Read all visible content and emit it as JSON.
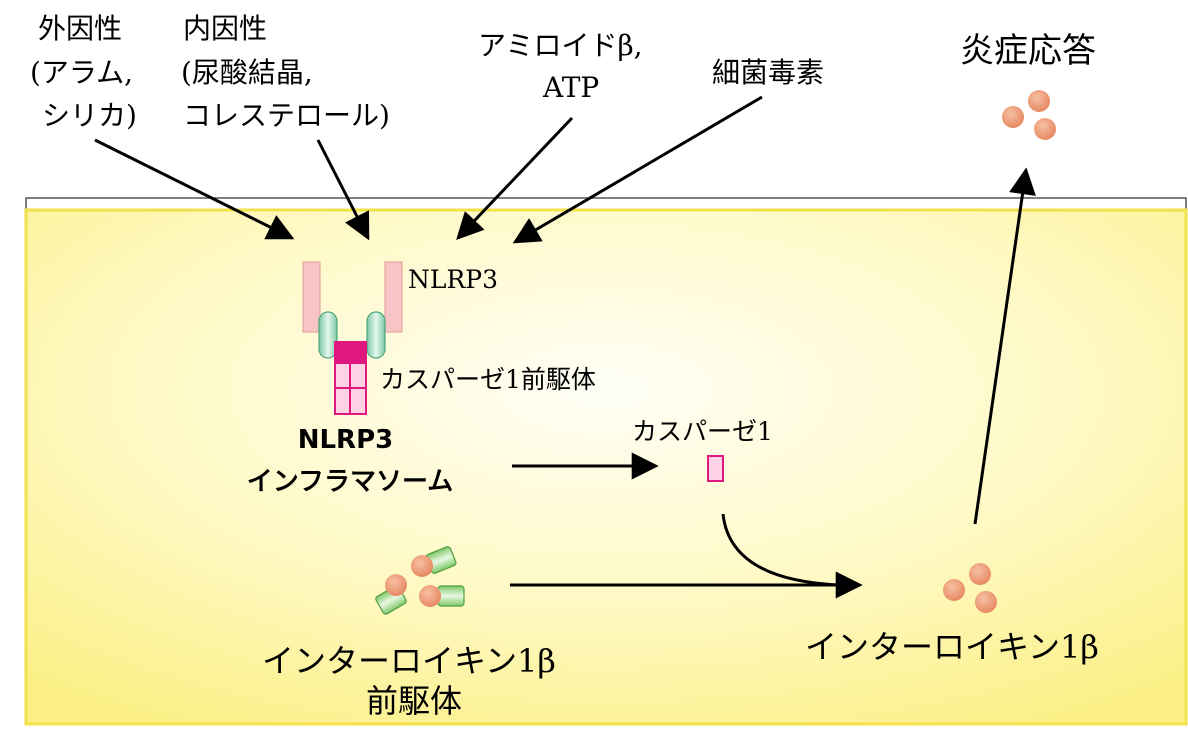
{
  "stimuli": {
    "exogenous": [
      "外因性",
      "(アラム,",
      "シリカ)"
    ],
    "endogenous": [
      "内因性",
      "(尿酸結晶,",
      "コレステロール)"
    ],
    "amyloid": [
      "アミロイドβ,",
      "ATP"
    ],
    "bacterial_toxin": "細菌毒素"
  },
  "inflammatory_response": "炎症応答",
  "labels": {
    "nlrp3": "NLRP3",
    "procaspase1": "カスパーゼ1前駆体",
    "inflammasome": [
      "NLRP3",
      "インフラマソーム"
    ],
    "caspase1": "カスパーゼ1",
    "pro_il1b": [
      "インターロイキン1β",
      "前駆体"
    ],
    "il1b": "インターロイキン1β"
  },
  "colors": {
    "cytoplasm_fill_center": "#fffef2",
    "cytoplasm_fill_edge": "#fbf08a",
    "cytoplasm_border": "#f2e14a",
    "nlrp3_pink": "#f7c5c5",
    "adaptor_green": "#a8dcc0",
    "caspase_magenta": "#e0177f",
    "cytokine_orange": "#eea07c",
    "pro_il1b_green": "#9bd47f"
  }
}
